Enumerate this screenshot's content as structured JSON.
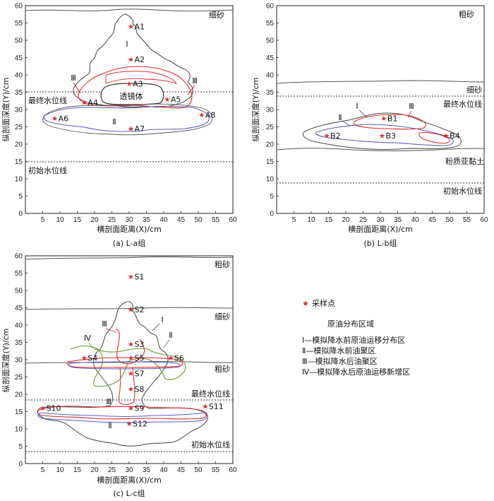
{
  "panels": [
    {
      "id": "a",
      "caption": "(a)  L-a组",
      "xlabel": "横剖面距离(X)/cm",
      "ylabel": "纵剖面深度(Y)/cm",
      "x_ticks": [
        "5",
        "10",
        "15",
        "20",
        "25",
        "30",
        "35",
        "40",
        "45",
        "50",
        "55",
        "60"
      ],
      "y_ticks": [
        "0",
        "5",
        "10",
        "15",
        "20",
        "25",
        "30",
        "35",
        "40",
        "45",
        "50",
        "55",
        "60"
      ],
      "layers": [
        {
          "key": "top",
          "label": "细砂"
        }
      ],
      "lines": [
        {
          "key": "final",
          "label": "最终水位线"
        },
        {
          "key": "init",
          "label": "初始水位线"
        }
      ],
      "lens_label": "透镜体",
      "region_labels": [
        "Ⅰ",
        "Ⅱ",
        "Ⅲ",
        "Ⅲ"
      ],
      "samples": [
        {
          "name": "A1",
          "x": 30.5,
          "y": 54
        },
        {
          "name": "A2",
          "x": 30.5,
          "y": 44.5
        },
        {
          "name": "A3",
          "x": 30,
          "y": 37.5
        },
        {
          "name": "A4",
          "x": 17,
          "y": 32
        },
        {
          "name": "A5",
          "x": 41,
          "y": 33
        },
        {
          "name": "A6",
          "x": 8.5,
          "y": 27.5
        },
        {
          "name": "A7",
          "x": 30.5,
          "y": 24.5
        },
        {
          "name": "A8",
          "x": 51,
          "y": 28.5
        }
      ]
    },
    {
      "id": "b",
      "caption": "(b)  L-b组",
      "xlabel": "横剖面距离(X)/cm",
      "ylabel": "纵剖面深度(Y)/cm",
      "x_ticks": [
        "5",
        "10",
        "15",
        "20",
        "25",
        "30",
        "35",
        "40",
        "45",
        "50",
        "55",
        "60"
      ],
      "y_ticks": [
        "0",
        "5",
        "10",
        "15",
        "20",
        "25",
        "30",
        "35",
        "40",
        "45",
        "50",
        "55",
        "60"
      ],
      "layers": [
        {
          "key": "coarse",
          "label": "粗砂"
        },
        {
          "key": "fine",
          "label": "细砂"
        },
        {
          "key": "silt",
          "label": "粉质亚黏土"
        }
      ],
      "lines": [
        {
          "key": "final",
          "label": "最终水位线"
        },
        {
          "key": "init",
          "label": "初始水位线"
        }
      ],
      "region_labels": [
        "Ⅰ",
        "Ⅱ",
        "Ⅲ"
      ],
      "samples": [
        {
          "name": "B1",
          "x": 31,
          "y": 27.5
        },
        {
          "name": "B2",
          "x": 14.5,
          "y": 22.5
        },
        {
          "name": "B3",
          "x": 30.5,
          "y": 22.5
        },
        {
          "name": "B4",
          "x": 49,
          "y": 22.5
        }
      ]
    },
    {
      "id": "c",
      "caption": "(c)  L-c组",
      "xlabel": "横剖面距离(X)/cm",
      "ylabel": "纵剖面深度(Y)/cm",
      "x_ticks": [
        "5",
        "10",
        "15",
        "20",
        "25",
        "30",
        "35",
        "40",
        "45",
        "50",
        "55",
        "60"
      ],
      "y_ticks": [
        "0",
        "5",
        "10",
        "15",
        "20",
        "25",
        "30",
        "35",
        "40",
        "45",
        "50",
        "55",
        "60"
      ],
      "layers": [
        {
          "key": "coarse1",
          "label": "粗砂"
        },
        {
          "key": "fine",
          "label": "细砂"
        },
        {
          "key": "coarse2",
          "label": "粗砂"
        }
      ],
      "lines": [
        {
          "key": "final",
          "label": "最终水位线"
        },
        {
          "key": "init",
          "label": "初始水位线"
        }
      ],
      "region_labels": [
        "Ⅰ",
        "Ⅱ",
        "Ⅲ",
        "Ⅲ",
        "Ⅳ",
        "Ⅱ"
      ],
      "samples": [
        {
          "name": "S1",
          "x": 30.5,
          "y": 54
        },
        {
          "name": "S2",
          "x": 30.5,
          "y": 44.5
        },
        {
          "name": "S3",
          "x": 30.5,
          "y": 34.5
        },
        {
          "name": "S4",
          "x": 17,
          "y": 30.5
        },
        {
          "name": "S5",
          "x": 30.5,
          "y": 30.5
        },
        {
          "name": "S6",
          "x": 42,
          "y": 30.5
        },
        {
          "name": "S7",
          "x": 30.5,
          "y": 26
        },
        {
          "name": "S8",
          "x": 30.5,
          "y": 21.5
        },
        {
          "name": "S9",
          "x": 30.5,
          "y": 16
        },
        {
          "name": "S10",
          "x": 5,
          "y": 16
        },
        {
          "name": "S11",
          "x": 52,
          "y": 16.5
        },
        {
          "name": "S12",
          "x": 30,
          "y": 11.5
        }
      ]
    }
  ],
  "legend": {
    "sample_label": "采样点",
    "title": "原油分布区域",
    "items": [
      "Ⅰ—模拟降水前原油运移分布区",
      "Ⅱ—模拟降水前油聚区",
      "Ⅲ—模拟降水后油聚区",
      "Ⅳ—模拟降水后原油运移新增区"
    ]
  },
  "colors": {
    "black": "#333333",
    "red": "#e0262a",
    "blue": "#5b5fb8",
    "green": "#6a9a2c"
  }
}
